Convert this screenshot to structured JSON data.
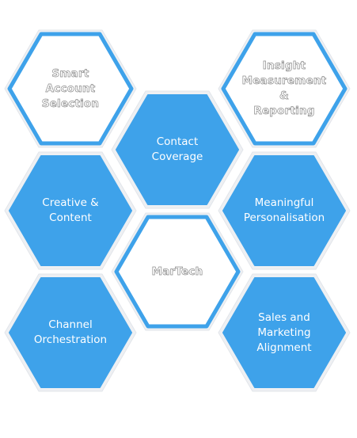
{
  "colors": {
    "accent": "#3ea2ea",
    "outline_fill": "#ffffff",
    "halo": "#eef0f3"
  },
  "hexagons": [
    {
      "label": "Smart Account\nSelection",
      "style": "outline"
    },
    {
      "label": "Insight\nMeasurement &\nReporting",
      "style": "outline"
    },
    {
      "label": "Contact\nCoverage",
      "style": "solid"
    },
    {
      "label": "Creative &\nContent",
      "style": "solid"
    },
    {
      "label": "Meaningful\nPersonalisation",
      "style": "solid"
    },
    {
      "label": "MarTech",
      "style": "outline"
    },
    {
      "label": "Channel\nOrchestration",
      "style": "solid"
    },
    {
      "label": "Sales and\nMarketing\nAlignment",
      "style": "solid"
    }
  ]
}
